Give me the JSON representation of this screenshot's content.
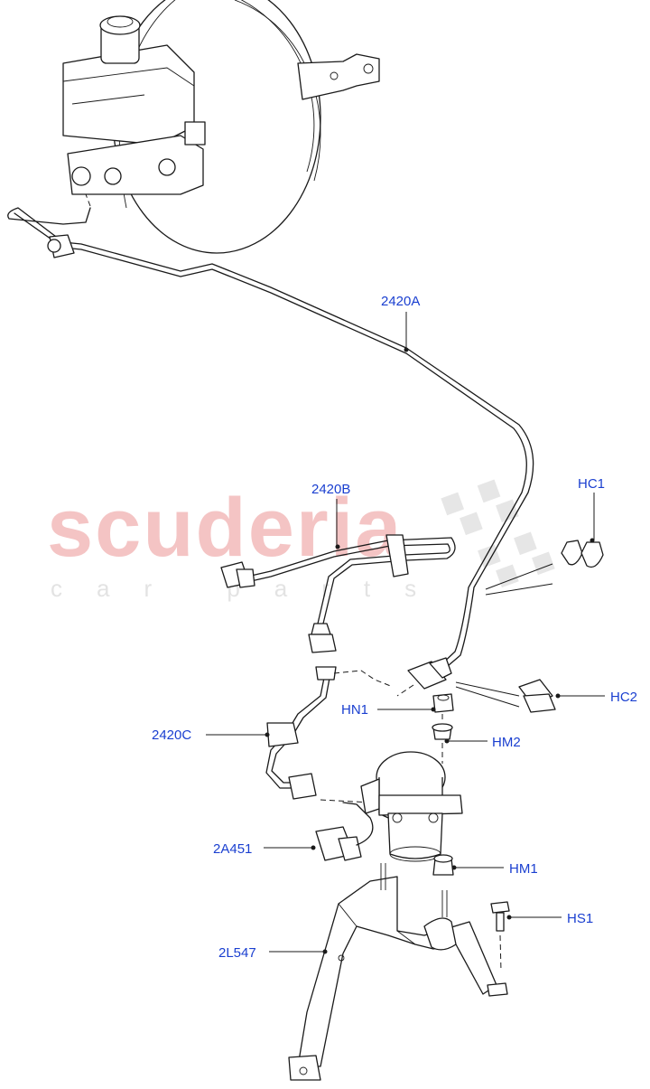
{
  "watermark": {
    "brand": "scuderia",
    "tagline": "car parts"
  },
  "callouts": [
    {
      "id": "2420A",
      "label": "2420A"
    },
    {
      "id": "2420B",
      "label": "2420B"
    },
    {
      "id": "HC1",
      "label": "HC1"
    },
    {
      "id": "HN1",
      "label": "HN1"
    },
    {
      "id": "HC2",
      "label": "HC2"
    },
    {
      "id": "HM2",
      "label": "HM2"
    },
    {
      "id": "2420C",
      "label": "2420C"
    },
    {
      "id": "2A451",
      "label": "2A451"
    },
    {
      "id": "HM1",
      "label": "HM1"
    },
    {
      "id": "HS1",
      "label": "HS1"
    },
    {
      "id": "2L547",
      "label": "2L547"
    }
  ],
  "colors": {
    "callout": "#1a3fd0",
    "line": "#1a1a1a",
    "watermark": "#f4c4c4"
  }
}
